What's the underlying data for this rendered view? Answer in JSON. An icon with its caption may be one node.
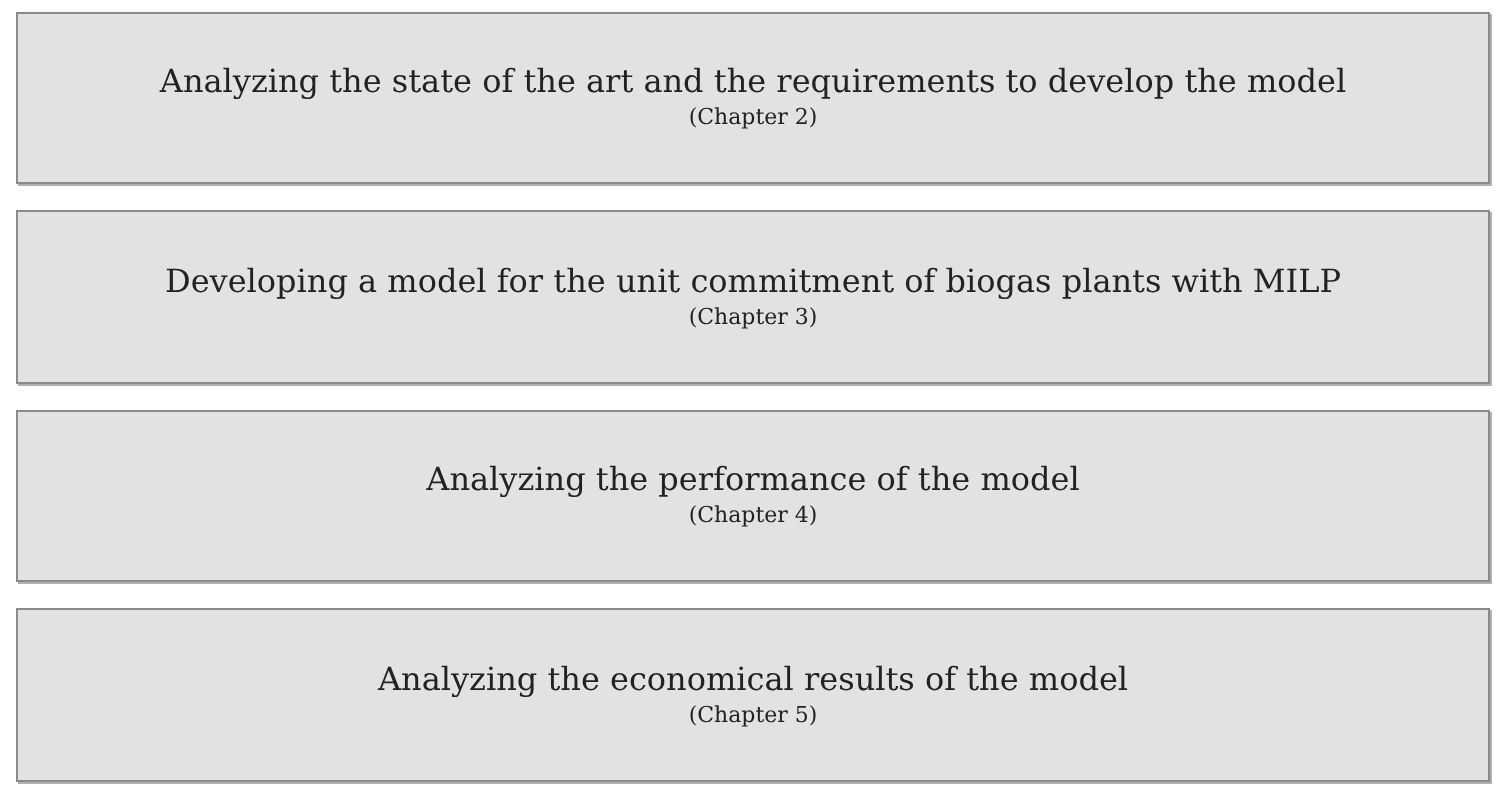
{
  "diagram": {
    "nodes": [
      {
        "text": [
          "Analyzing the state of the art and the requirements to develop the model",
          "(Chapter 2)"
        ]
      },
      {
        "text": [
          "Developing a model for the unit commitment of biogas plants with MILP",
          "(Chapter 3)"
        ]
      },
      {
        "text": [
          "Analyzing the performance of the model",
          "(Chapter 4)"
        ]
      },
      {
        "text": [
          "Analyzing the economical results of the model",
          "(Chapter 5)"
        ]
      }
    ]
  }
}
